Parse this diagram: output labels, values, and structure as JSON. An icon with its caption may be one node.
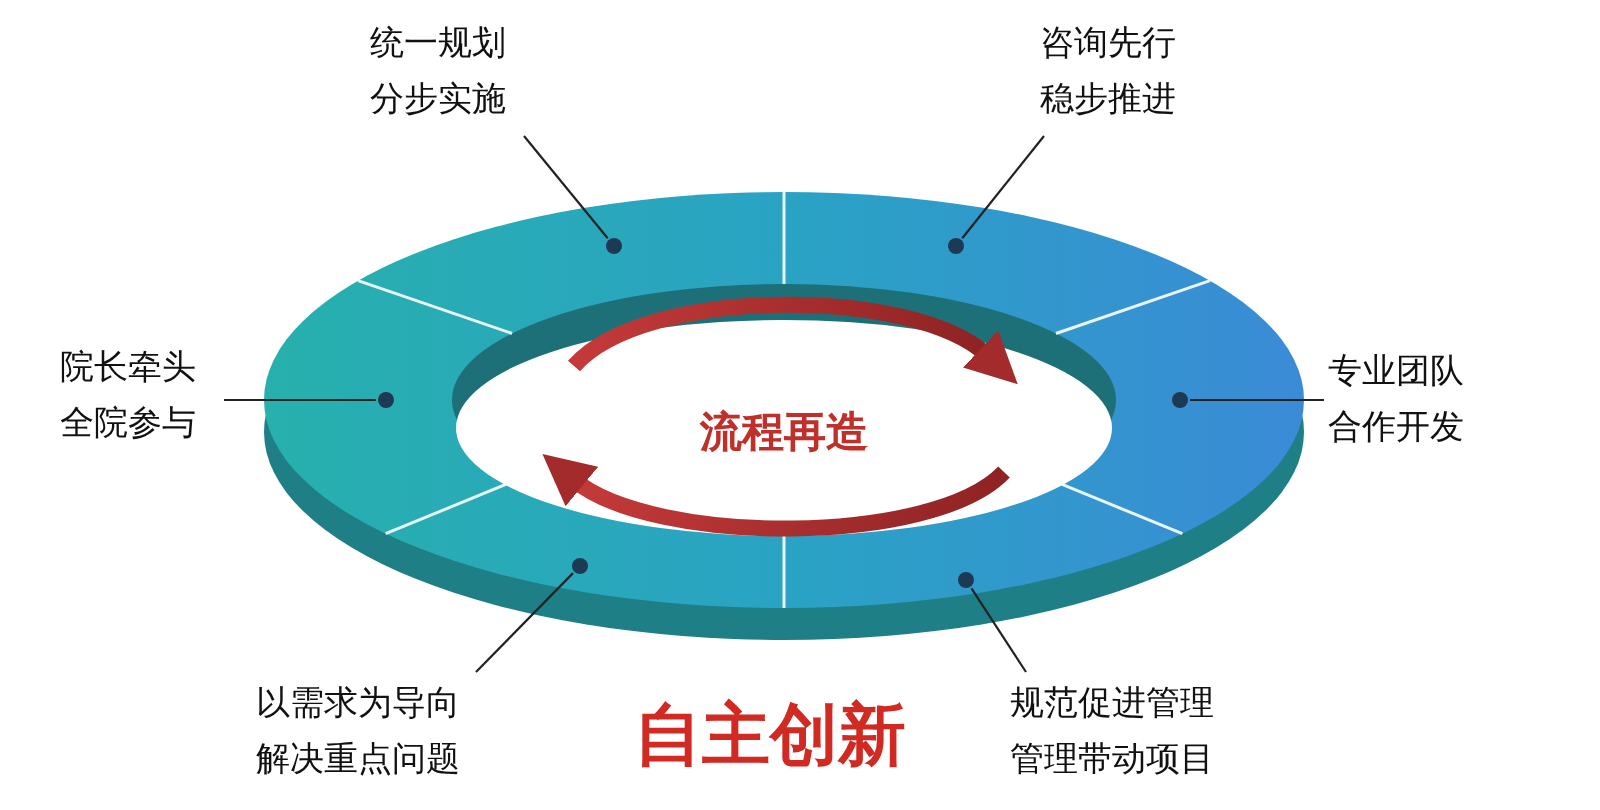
{
  "diagram": {
    "nodes": [
      {
        "text": [
          "流程再造"
        ]
      },
      {
        "text": [],
        "shape": "circle",
        "in": 0
      },
      {
        "text": [],
        "shape": "circle",
        "in": 0
      },
      {
        "text": [],
        "shape": "circle",
        "in": 0
      },
      {
        "text": [],
        "shape": "circle",
        "in": 0
      },
      {
        "text": [],
        "shape": "circle",
        "in": 0
      },
      {
        "text": [],
        "shape": "circle",
        "in": 0
      },
      {
        "text": [
          "统一规划",
          "分步实施"
        ]
      },
      {
        "text": [
          "咨询先行",
          "稳步推进"
        ]
      },
      {
        "text": [
          "院长牵头",
          "全院参与"
        ]
      },
      {
        "text": [
          "专业团队",
          "合作开发"
        ]
      },
      {
        "text": [
          "以需求为导向",
          "解决重点问题"
        ]
      },
      {
        "text": [
          "规范促进管理",
          "管理带动项目"
        ]
      }
    ],
    "edges": [
      {
        "from": 7,
        "to": 3,
        "arrow": "none"
      },
      {
        "from": 8,
        "to": 4,
        "arrow": "none"
      },
      {
        "from": 9,
        "to": 1,
        "arrow": "none"
      },
      {
        "from": 10,
        "to": 6,
        "arrow": "none"
      },
      {
        "from": 11,
        "to": 2,
        "arrow": "none"
      },
      {
        "from": 12,
        "to": 5,
        "arrow": "none"
      }
    ],
    "labels": [
      "自主创新"
    ]
  }
}
